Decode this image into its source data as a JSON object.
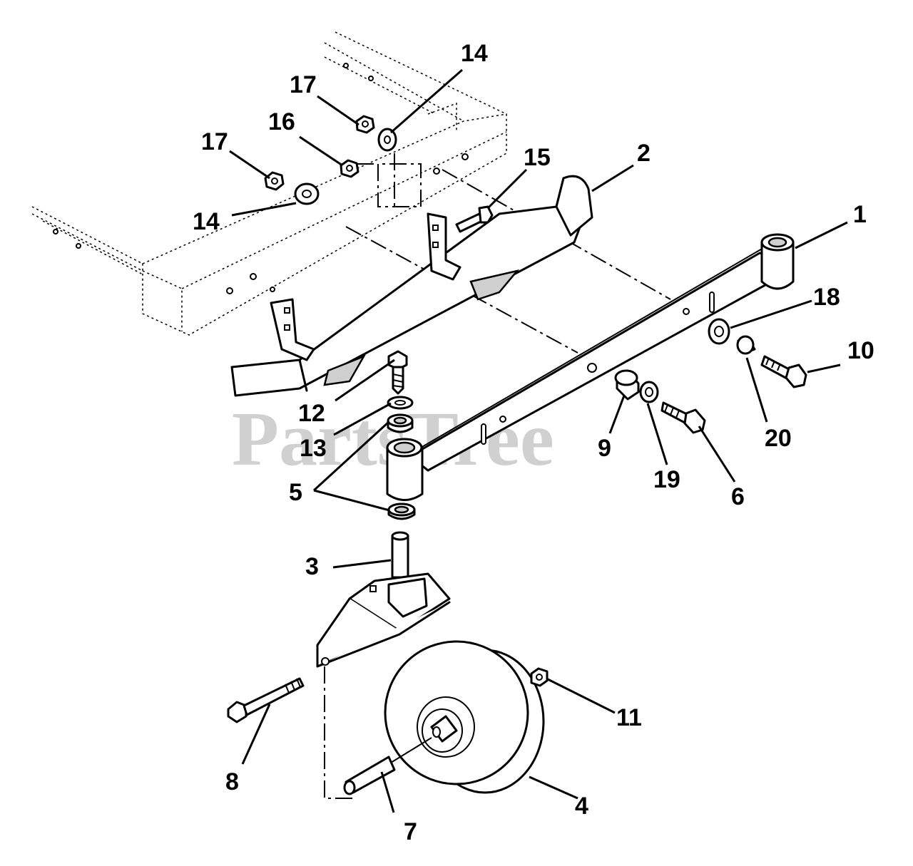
{
  "watermark": "PartsTree",
  "callouts": [
    {
      "id": "c14a",
      "text": "14"
    },
    {
      "id": "c17a",
      "text": "17"
    },
    {
      "id": "c16",
      "text": "16"
    },
    {
      "id": "c17b",
      "text": "17"
    },
    {
      "id": "c14b",
      "text": "14"
    },
    {
      "id": "c15",
      "text": "15"
    },
    {
      "id": "c2",
      "text": "2"
    },
    {
      "id": "c1",
      "text": "1"
    },
    {
      "id": "c18",
      "text": "18"
    },
    {
      "id": "c10",
      "text": "10"
    },
    {
      "id": "c20",
      "text": "20"
    },
    {
      "id": "c12",
      "text": "12"
    },
    {
      "id": "c13",
      "text": "13"
    },
    {
      "id": "c9",
      "text": "9"
    },
    {
      "id": "c19",
      "text": "19"
    },
    {
      "id": "c6",
      "text": "6"
    },
    {
      "id": "c5",
      "text": "5"
    },
    {
      "id": "c3",
      "text": "3"
    },
    {
      "id": "c11",
      "text": "11"
    },
    {
      "id": "c8",
      "text": "8"
    },
    {
      "id": "c4",
      "text": "4"
    },
    {
      "id": "c7",
      "text": "7"
    }
  ]
}
